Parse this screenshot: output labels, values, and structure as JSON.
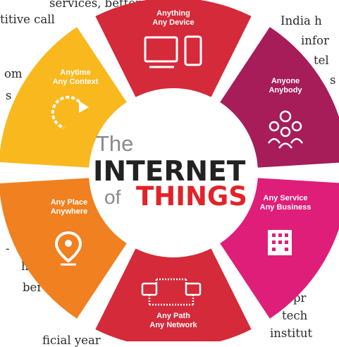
{
  "background_text": [
    "services, better",
    "titive call",
    "om",
    "s",
    "-",
    "he",
    "ber",
    "ficial year",
    "India h",
    "infor",
    "tel",
    "s",
    "pr",
    "tech",
    "institut"
  ],
  "title": {
    "the": "The",
    "internet": "INTERNET",
    "of": "of",
    "things": "THINGS"
  },
  "segments": [
    {
      "line1": "Anything",
      "line2": "Any Device",
      "color": "#d42a3a",
      "icon": "monitor-and-phone-icon"
    },
    {
      "line1": "Anyone",
      "line2": "Anybody",
      "color": "#a61d5a",
      "icon": "people-group-icon"
    },
    {
      "line1": "Any Service",
      "line2": "Any Business",
      "color": "#df1e79",
      "icon": "office-building-icon"
    },
    {
      "line1": "Any Path",
      "line2": "Any Network",
      "color": "#d42a3a",
      "icon": "network-computers-icon"
    },
    {
      "line1": "Any Place",
      "line2": "Anywhere",
      "color": "#f08020",
      "icon": "location-pin-icon"
    },
    {
      "line1": "Anytime",
      "line2": "Any Context",
      "color": "#f9b81e",
      "icon": "clock-arrow-icon"
    }
  ]
}
